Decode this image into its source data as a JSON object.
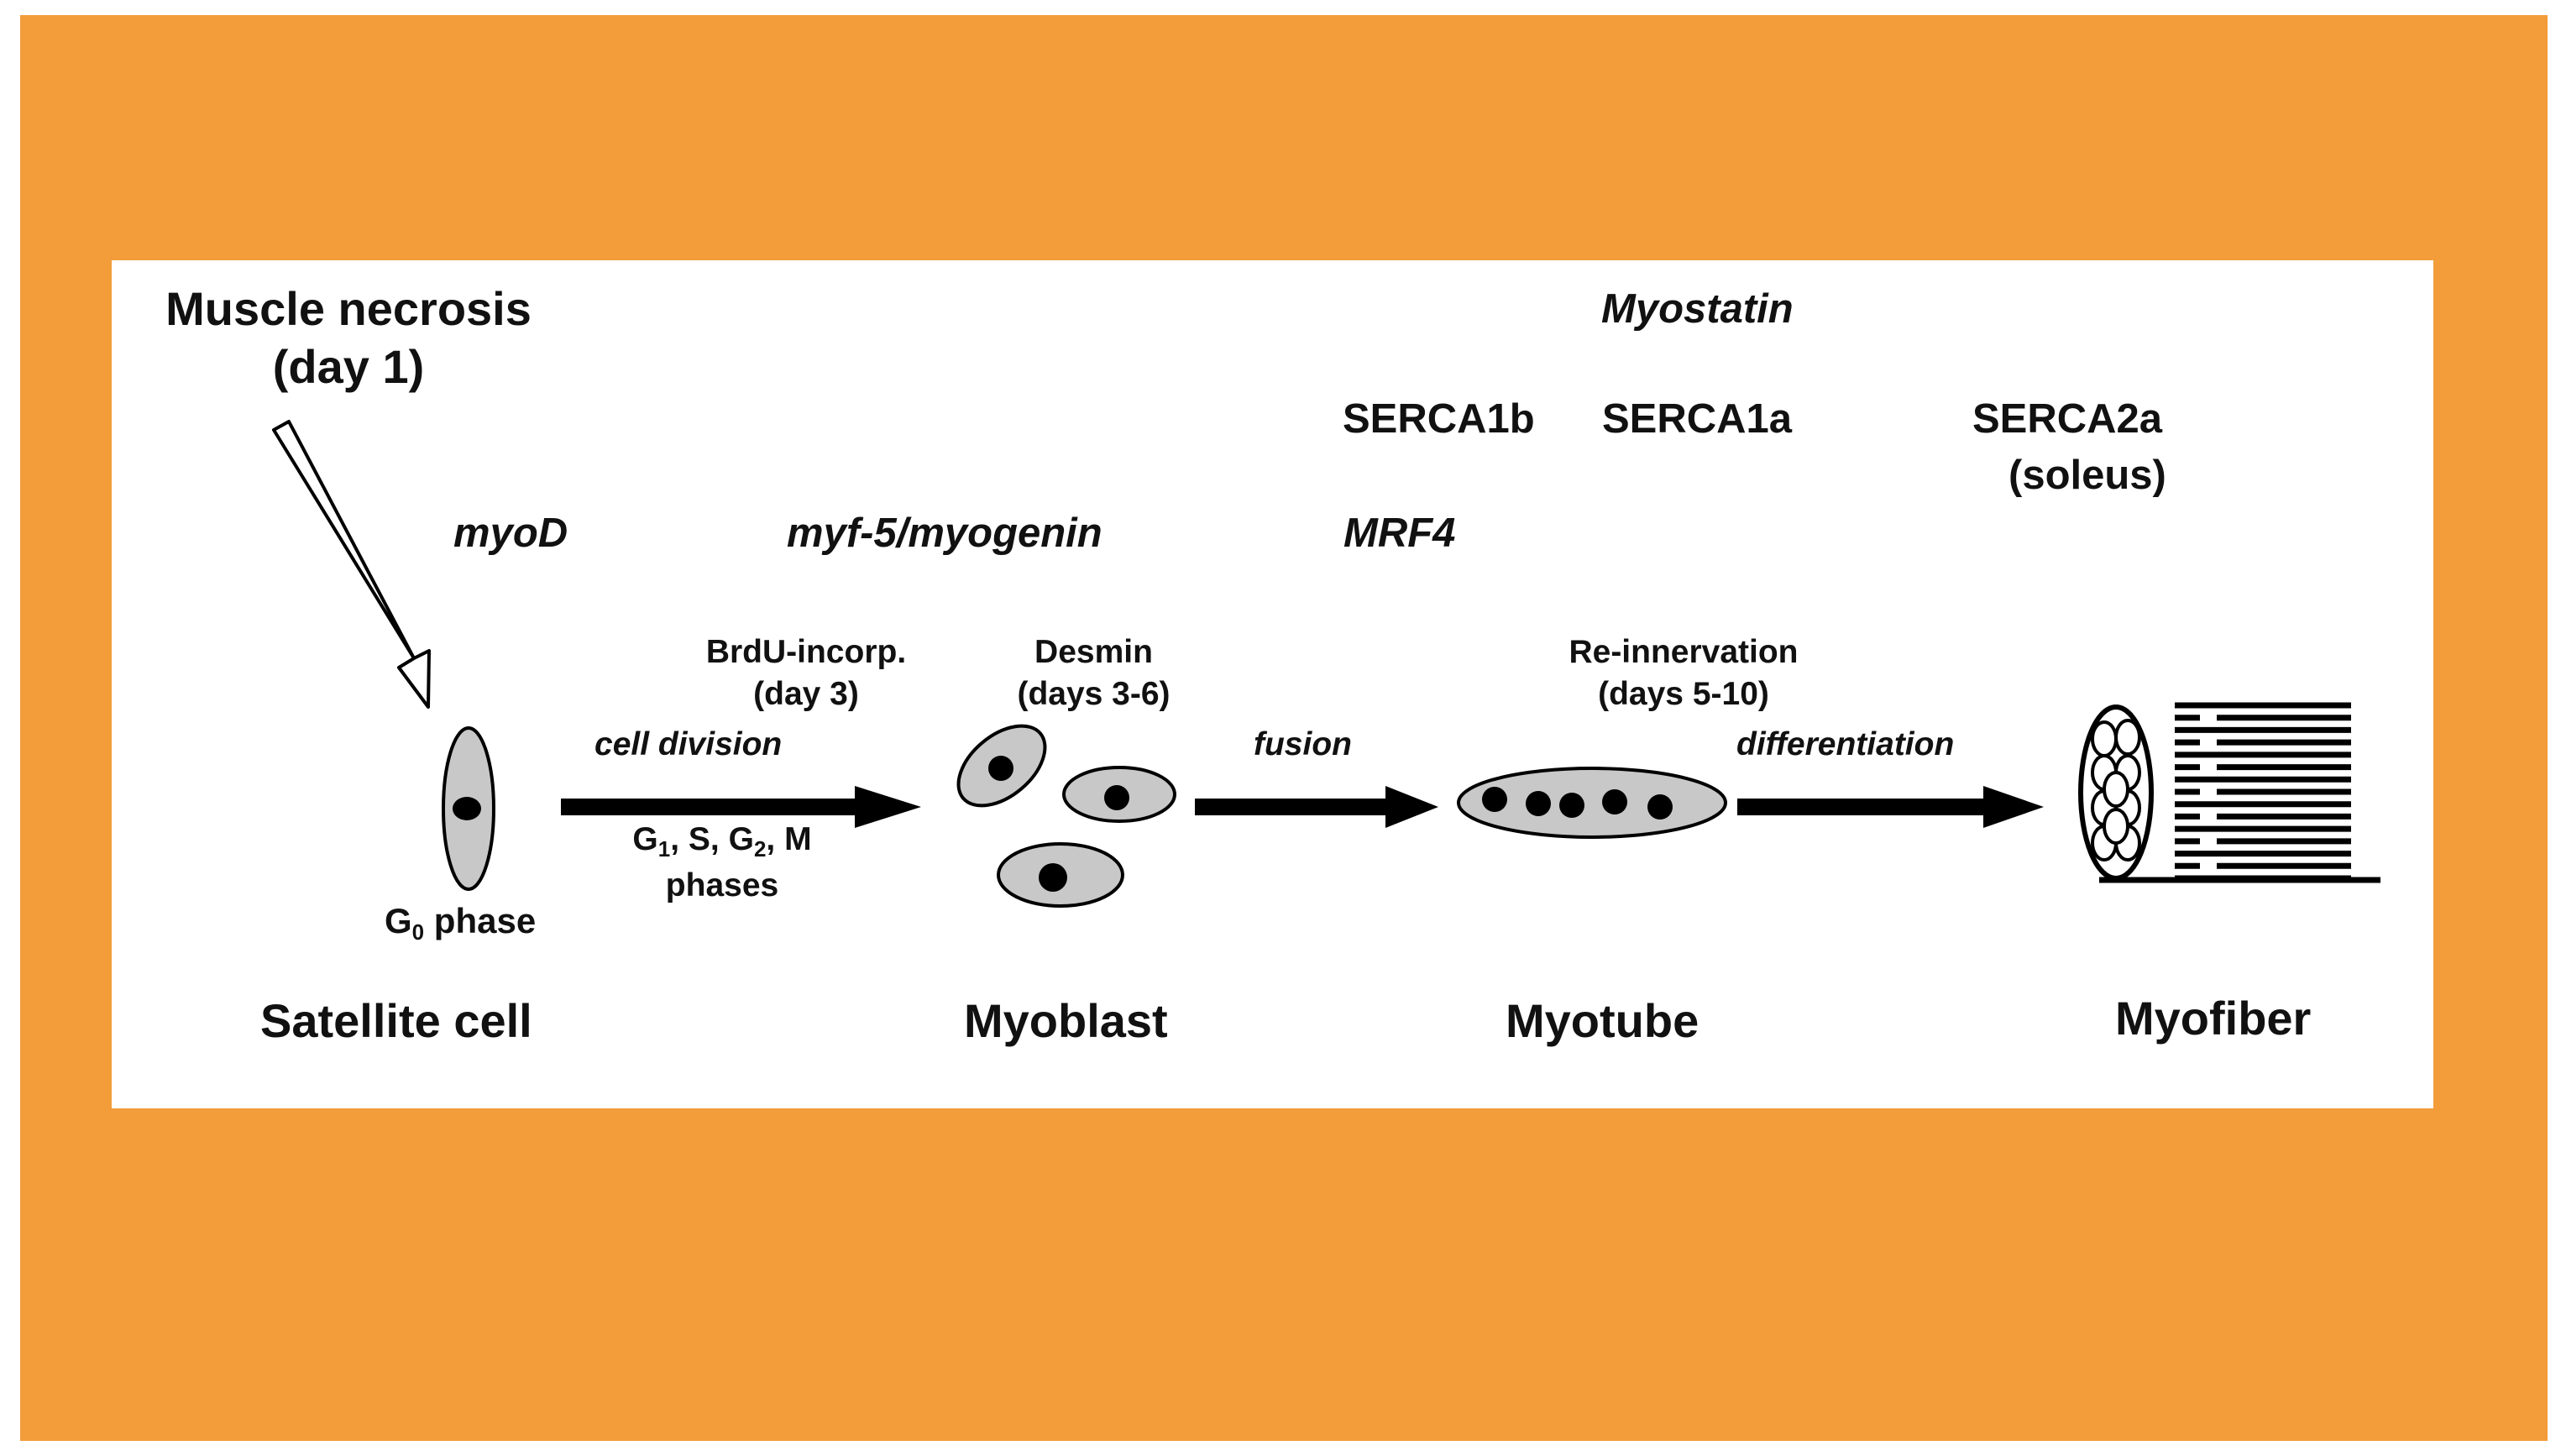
{
  "background": {
    "frame": "#f29c3a",
    "panel": "#ffffff"
  },
  "diagram": {
    "necrosis": {
      "line1": "Muscle necrosis",
      "line2": "(day 1)"
    },
    "genes": {
      "myod": "myoD",
      "myf5": "myf-5/myogenin",
      "mrf4": "MRF4",
      "myostatin": "Myostatin"
    },
    "proteins": {
      "serca1b": "SERCA1b",
      "serca1a": "SERCA1a",
      "serca2a": "SERCA2a",
      "soleus": "(soleus)"
    },
    "events": {
      "brdu": "BrdU-incorp.",
      "day3": "(day 3)",
      "desmin": "Desmin",
      "days36": "(days 3-6)",
      "reinnervation": "Re-innervation",
      "days510": "(days 5-10)"
    },
    "arrows": {
      "cell_division": "cell division",
      "fusion": "fusion",
      "differentiation": "differentiation",
      "phases_g": "G",
      "phases_g1sub": "1",
      "phases_s": ", S, G",
      "phases_g2sub": "2",
      "phases_m": ", M",
      "phases_line2": "phases"
    },
    "g0": {
      "g": "G",
      "sub": "0",
      "rest": " phase"
    },
    "stages": {
      "satellite": "Satellite cell",
      "myoblast": "Myoblast",
      "myotube": "Myotube",
      "myofiber": "Myofiber"
    }
  }
}
